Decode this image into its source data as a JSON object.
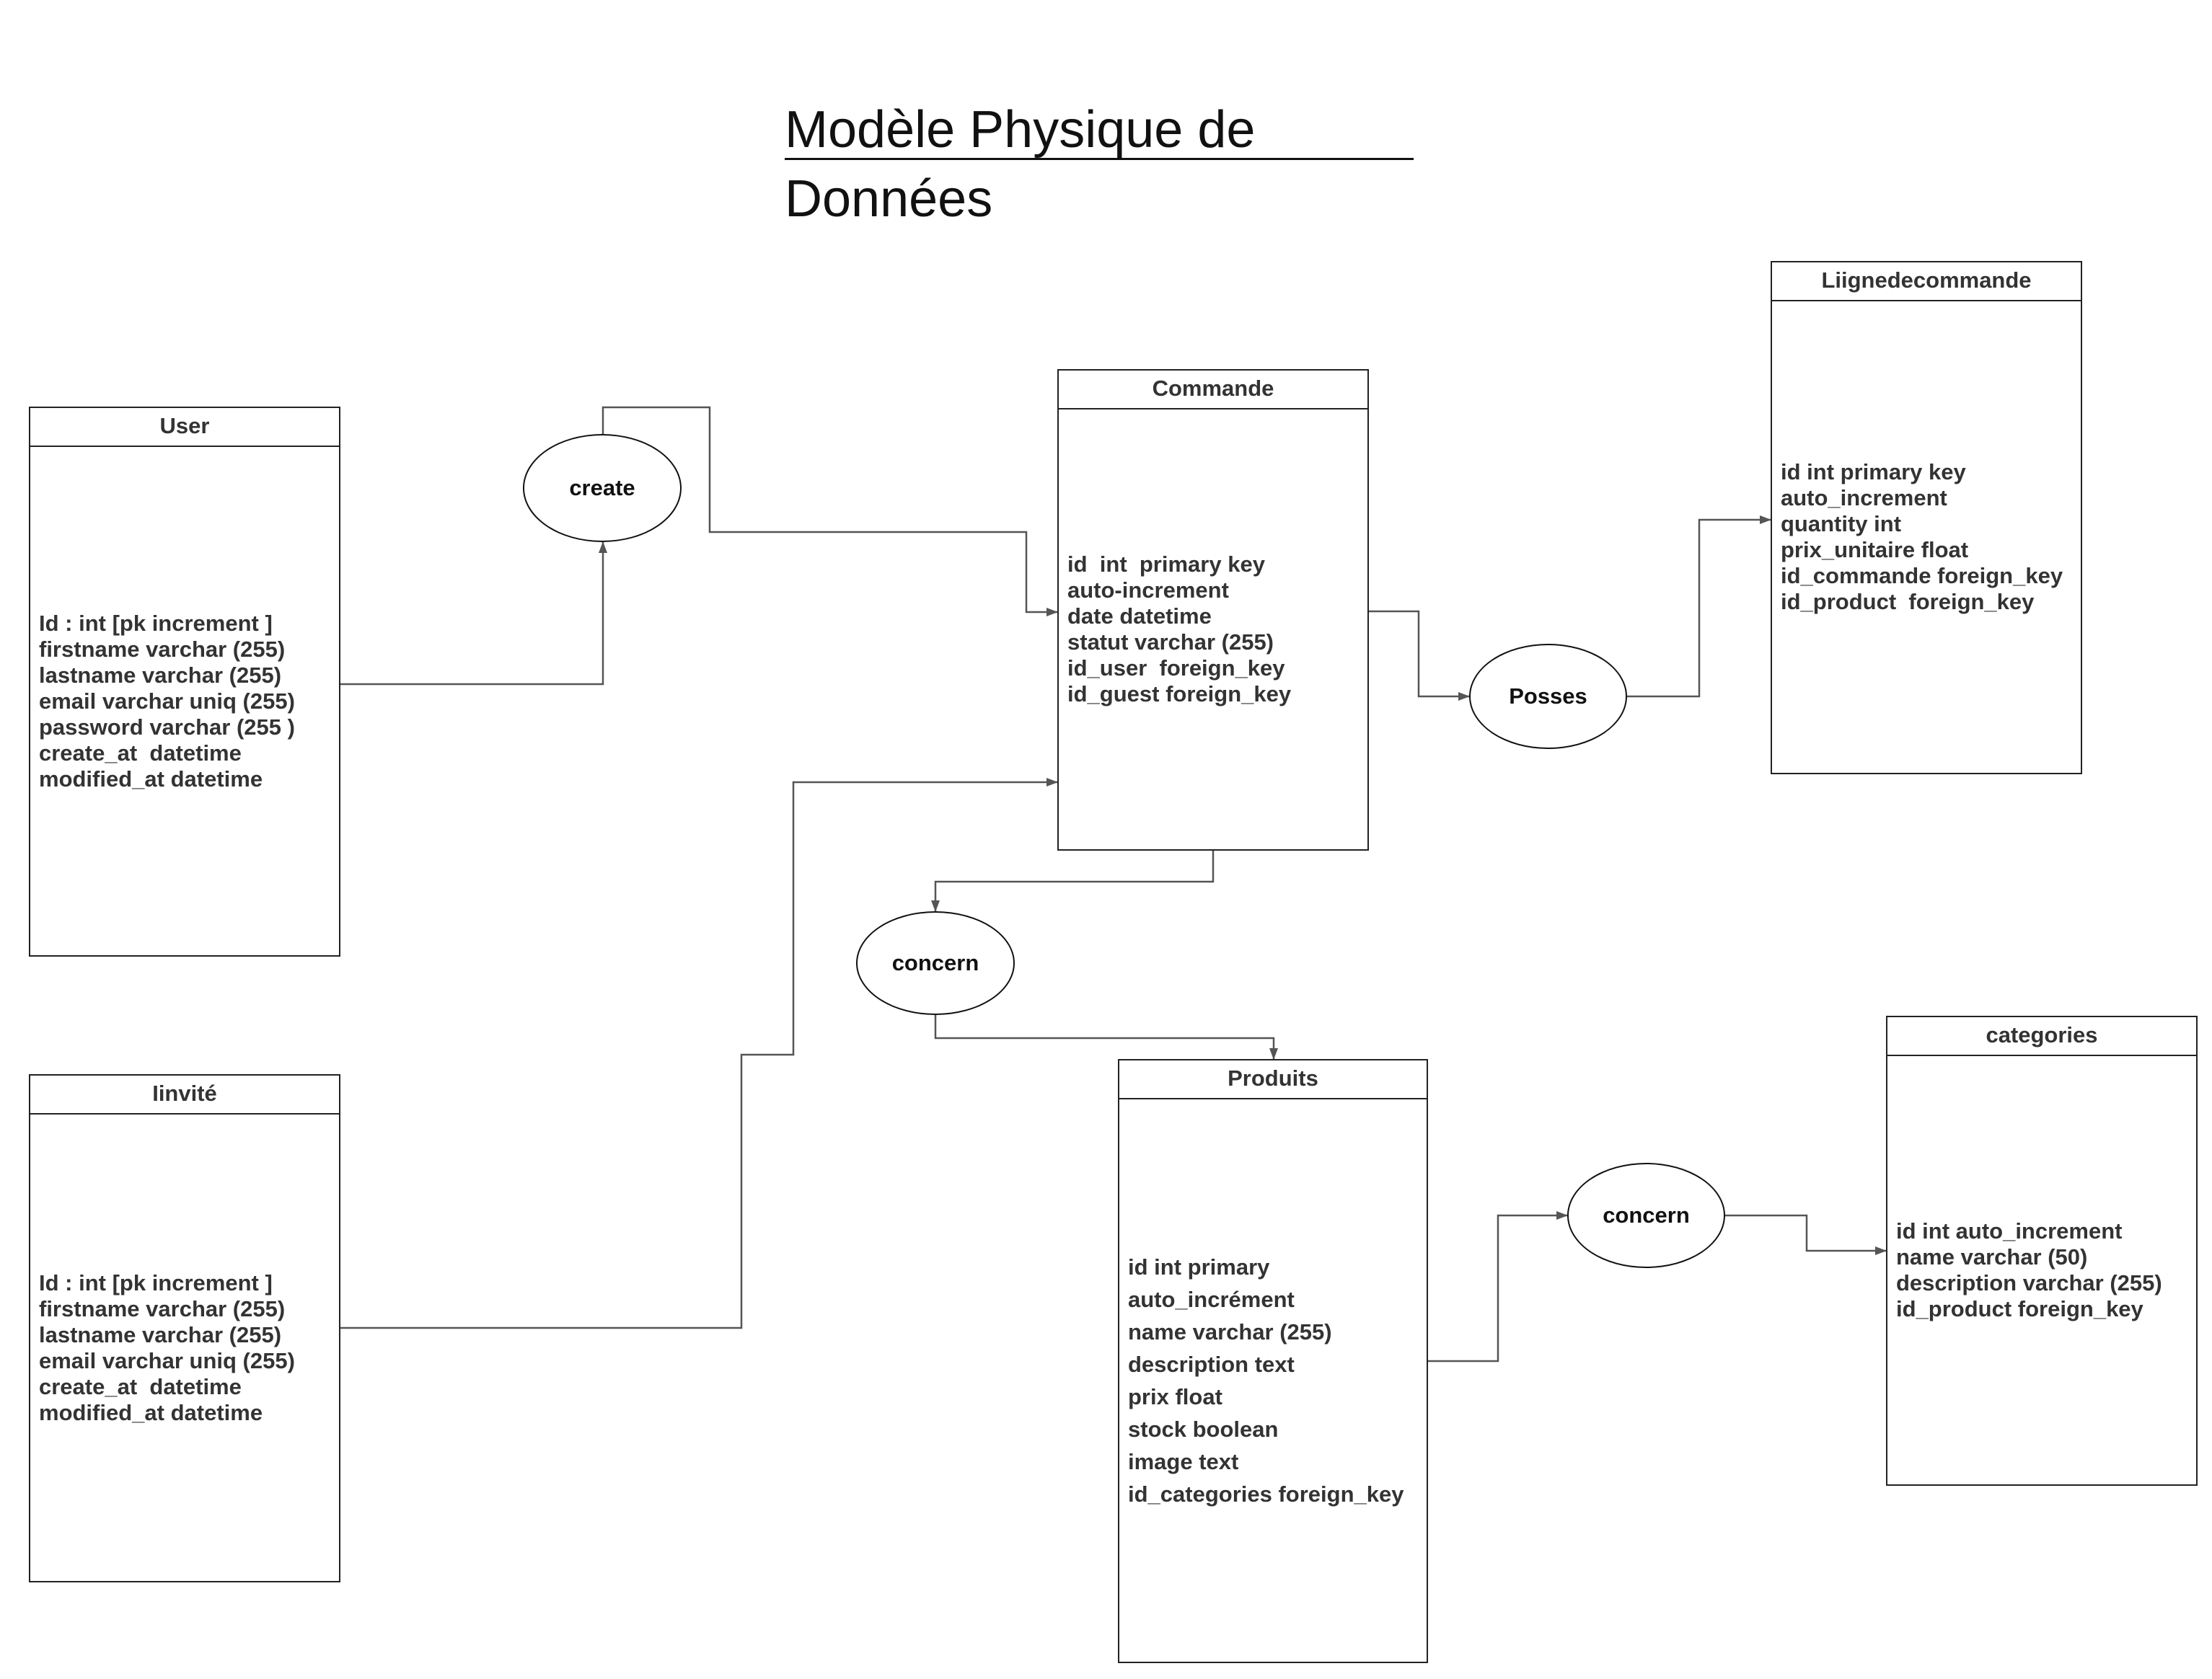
{
  "title": "Modèle Physique de Données",
  "entities": {
    "user": {
      "name": "User",
      "fields": [
        "Id : int [pk increment ]",
        "firstname varchar (255)",
        "lastname varchar (255)",
        "email varchar uniq (255)",
        "password varchar (255 )",
        "create_at  datetime",
        "modified_at datetime"
      ]
    },
    "invite": {
      "name": "Iinvité",
      "fields": [
        "Id : int [pk increment ]",
        "firstname varchar (255)",
        "lastname varchar (255)",
        "email varchar uniq (255)",
        "create_at  datetime",
        "modified_at datetime"
      ]
    },
    "commande": {
      "name": "Commande",
      "fields": [
        "id  int  primary key",
        "auto-increment",
        "date datetime",
        "statut varchar (255)",
        "id_user  foreign_key",
        "id_guest foreign_key"
      ]
    },
    "lignedecommande": {
      "name": "Liignedecommande",
      "fields": [
        "id int primary key",
        "auto_increment",
        "quantity int",
        "prix_unitaire float",
        "id_commande foreign_key",
        "id_product  foreign_key"
      ]
    },
    "produits": {
      "name": "Produits",
      "fields": [
        "id int primary",
        "auto_incrément",
        "name varchar (255)",
        "description text",
        "prix float",
        "stock boolean",
        "image text",
        "id_categories foreign_key"
      ]
    },
    "categories": {
      "name": "categories",
      "fields": [
        "id int auto_increment",
        "name varchar (50)",
        "description varchar (255)",
        "id_product foreign_key"
      ]
    }
  },
  "relations": {
    "create": "create",
    "posses": "Posses",
    "concern_commande": "concern",
    "concern_produits": "concern"
  }
}
